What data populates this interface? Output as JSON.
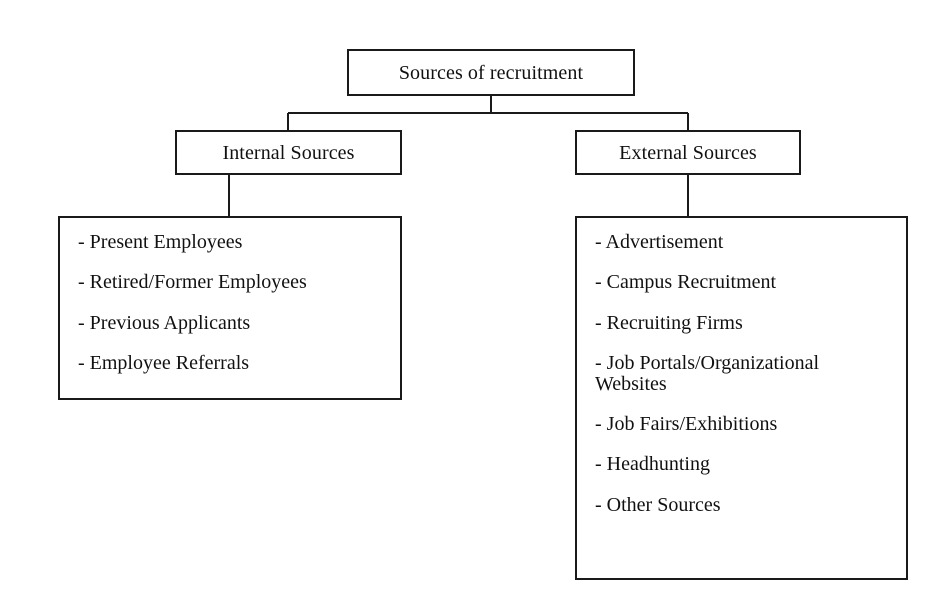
{
  "diagram": {
    "title": "Sources of recruitment",
    "root": {
      "label": "Sources of recruitment"
    },
    "branches": [
      {
        "id": "internal",
        "label": "Internal Sources",
        "items": [
          "- Present Employees",
          "- Retired/Former Employees",
          "- Previous Applicants",
          "- Employee Referrals"
        ]
      },
      {
        "id": "external",
        "label": "External Sources",
        "items": [
          "- Advertisement",
          "- Campus Recruitment",
          "- Recruiting Firms",
          "- Job Portals/Organizational Websites",
          "- Job Fairs/Exhibitions",
          "- Headhunting",
          "- Other Sources"
        ]
      }
    ],
    "colors": {
      "border": "#1a1a1a",
      "text": "#111111",
      "background": "#ffffff",
      "connector": "#1a1a1a"
    }
  }
}
